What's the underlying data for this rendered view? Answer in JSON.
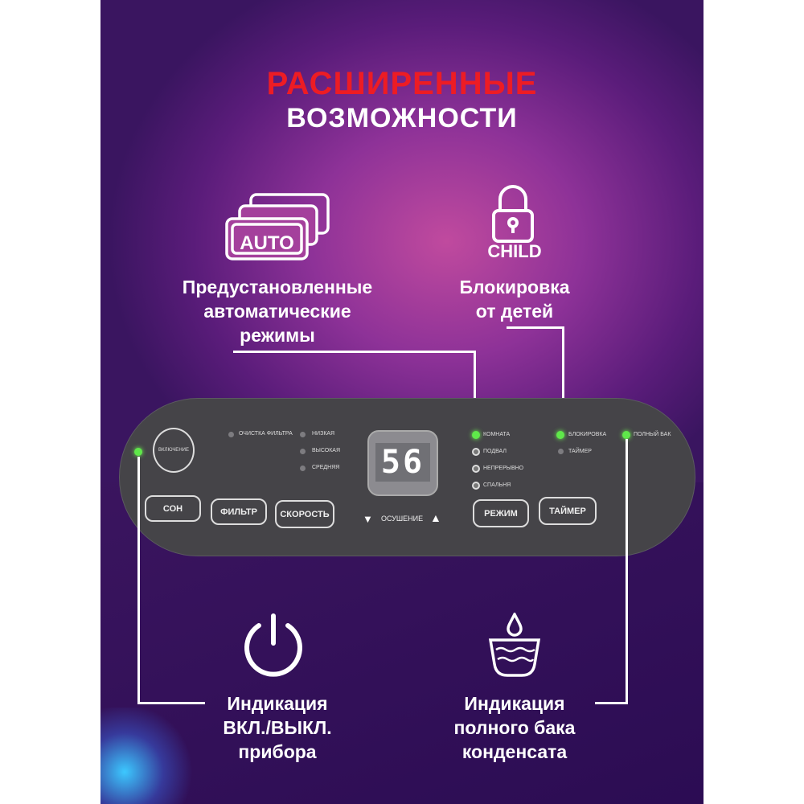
{
  "header": {
    "line1": "РАСШИРЕННЫЕ",
    "line2": "ВОЗМОЖНОСТИ"
  },
  "features": {
    "auto": {
      "icon_text": "AUTO",
      "caption": [
        "Предустановленные",
        "автоматические",
        "режимы"
      ]
    },
    "child": {
      "icon_text": "CHILD",
      "caption": [
        "Блокировка",
        "от детей"
      ]
    },
    "power": {
      "caption": [
        "Индикация",
        "ВКЛ./ВЫКЛ.",
        "прибора"
      ]
    },
    "tank": {
      "caption": [
        "Индикация",
        "полного бака",
        "конденсата"
      ]
    }
  },
  "panel": {
    "power_button": "ВКЛЮЧЕНИЕ",
    "indicators_left": [
      "ОЧИСТКА ФИЛЬТРА"
    ],
    "speed": [
      "НИЗКАЯ",
      "ВЫСОКАЯ",
      "СРЕДНЯЯ"
    ],
    "display": "56",
    "humidity_label": "ОСУШЕНИЕ",
    "modes": [
      "КОМНАТА",
      "ПОДВАЛ",
      "НЕПРЕРЫВНО",
      "СПАЛЬНЯ"
    ],
    "status": [
      "БЛОКИРОВКА",
      "ТАЙМЕР"
    ],
    "full_tank": "ПОЛНЫЙ БАК",
    "buttons": {
      "sleep": "СОН",
      "filter": "ФИЛЬТР",
      "speed": "СКОРОСТЬ",
      "mode": "РЕЖИМ",
      "timer": "ТАЙМЕР"
    }
  },
  "colors": {
    "accent": "#ed1c24",
    "led": "#5fe84a"
  }
}
